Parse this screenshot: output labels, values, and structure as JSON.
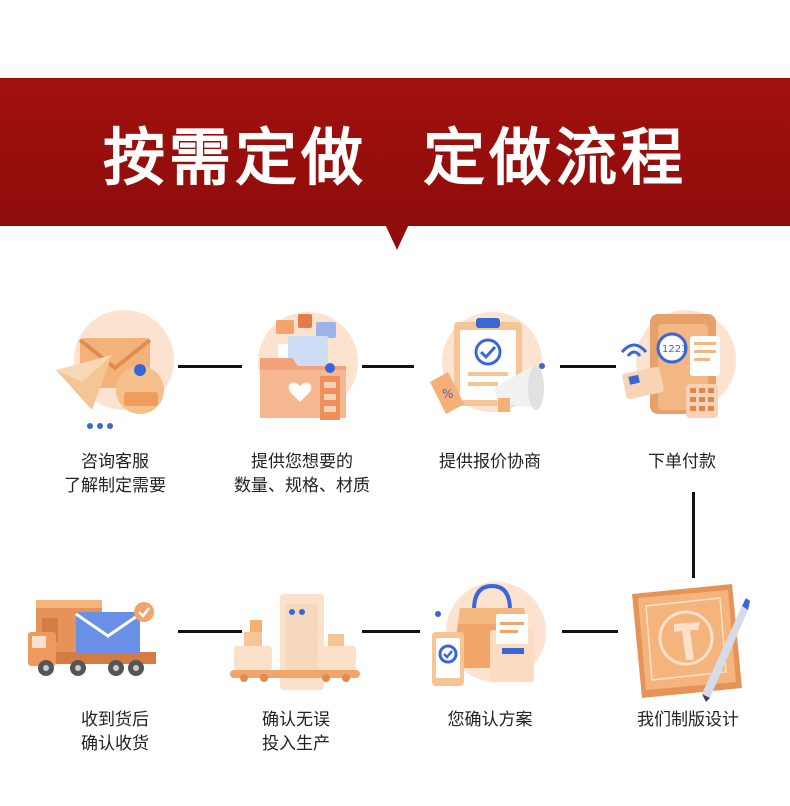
{
  "header": {
    "title_left": "按需定做",
    "title_right": "定做流程"
  },
  "colors": {
    "banner": "#9a100d",
    "accent_orange": "#f0a060",
    "accent_blue": "#3a66d8",
    "connector": "#111111"
  },
  "steps": [
    {
      "icon": "mail-bell-icon",
      "line1": "咨询客服",
      "line2": "了解制定需要"
    },
    {
      "icon": "folder-heart-icon",
      "line1": "提供您想要的",
      "line2": "数量、规格、材质"
    },
    {
      "icon": "clipboard-megaphone-icon",
      "line1": "提供报价协商",
      "line2": ""
    },
    {
      "icon": "payment-terminal-icon",
      "line1": "下单付款",
      "line2": ""
    },
    {
      "icon": "blueprint-ruler-icon",
      "line1": "我们制版设计",
      "line2": ""
    },
    {
      "icon": "shopping-bag-check-icon",
      "line1": "您确认方案",
      "line2": ""
    },
    {
      "icon": "conveyor-machine-icon",
      "line1": "确认无误",
      "line2": "投入生产"
    },
    {
      "icon": "delivery-truck-icon",
      "line1": "收到货后",
      "line2": "确认收货"
    }
  ]
}
